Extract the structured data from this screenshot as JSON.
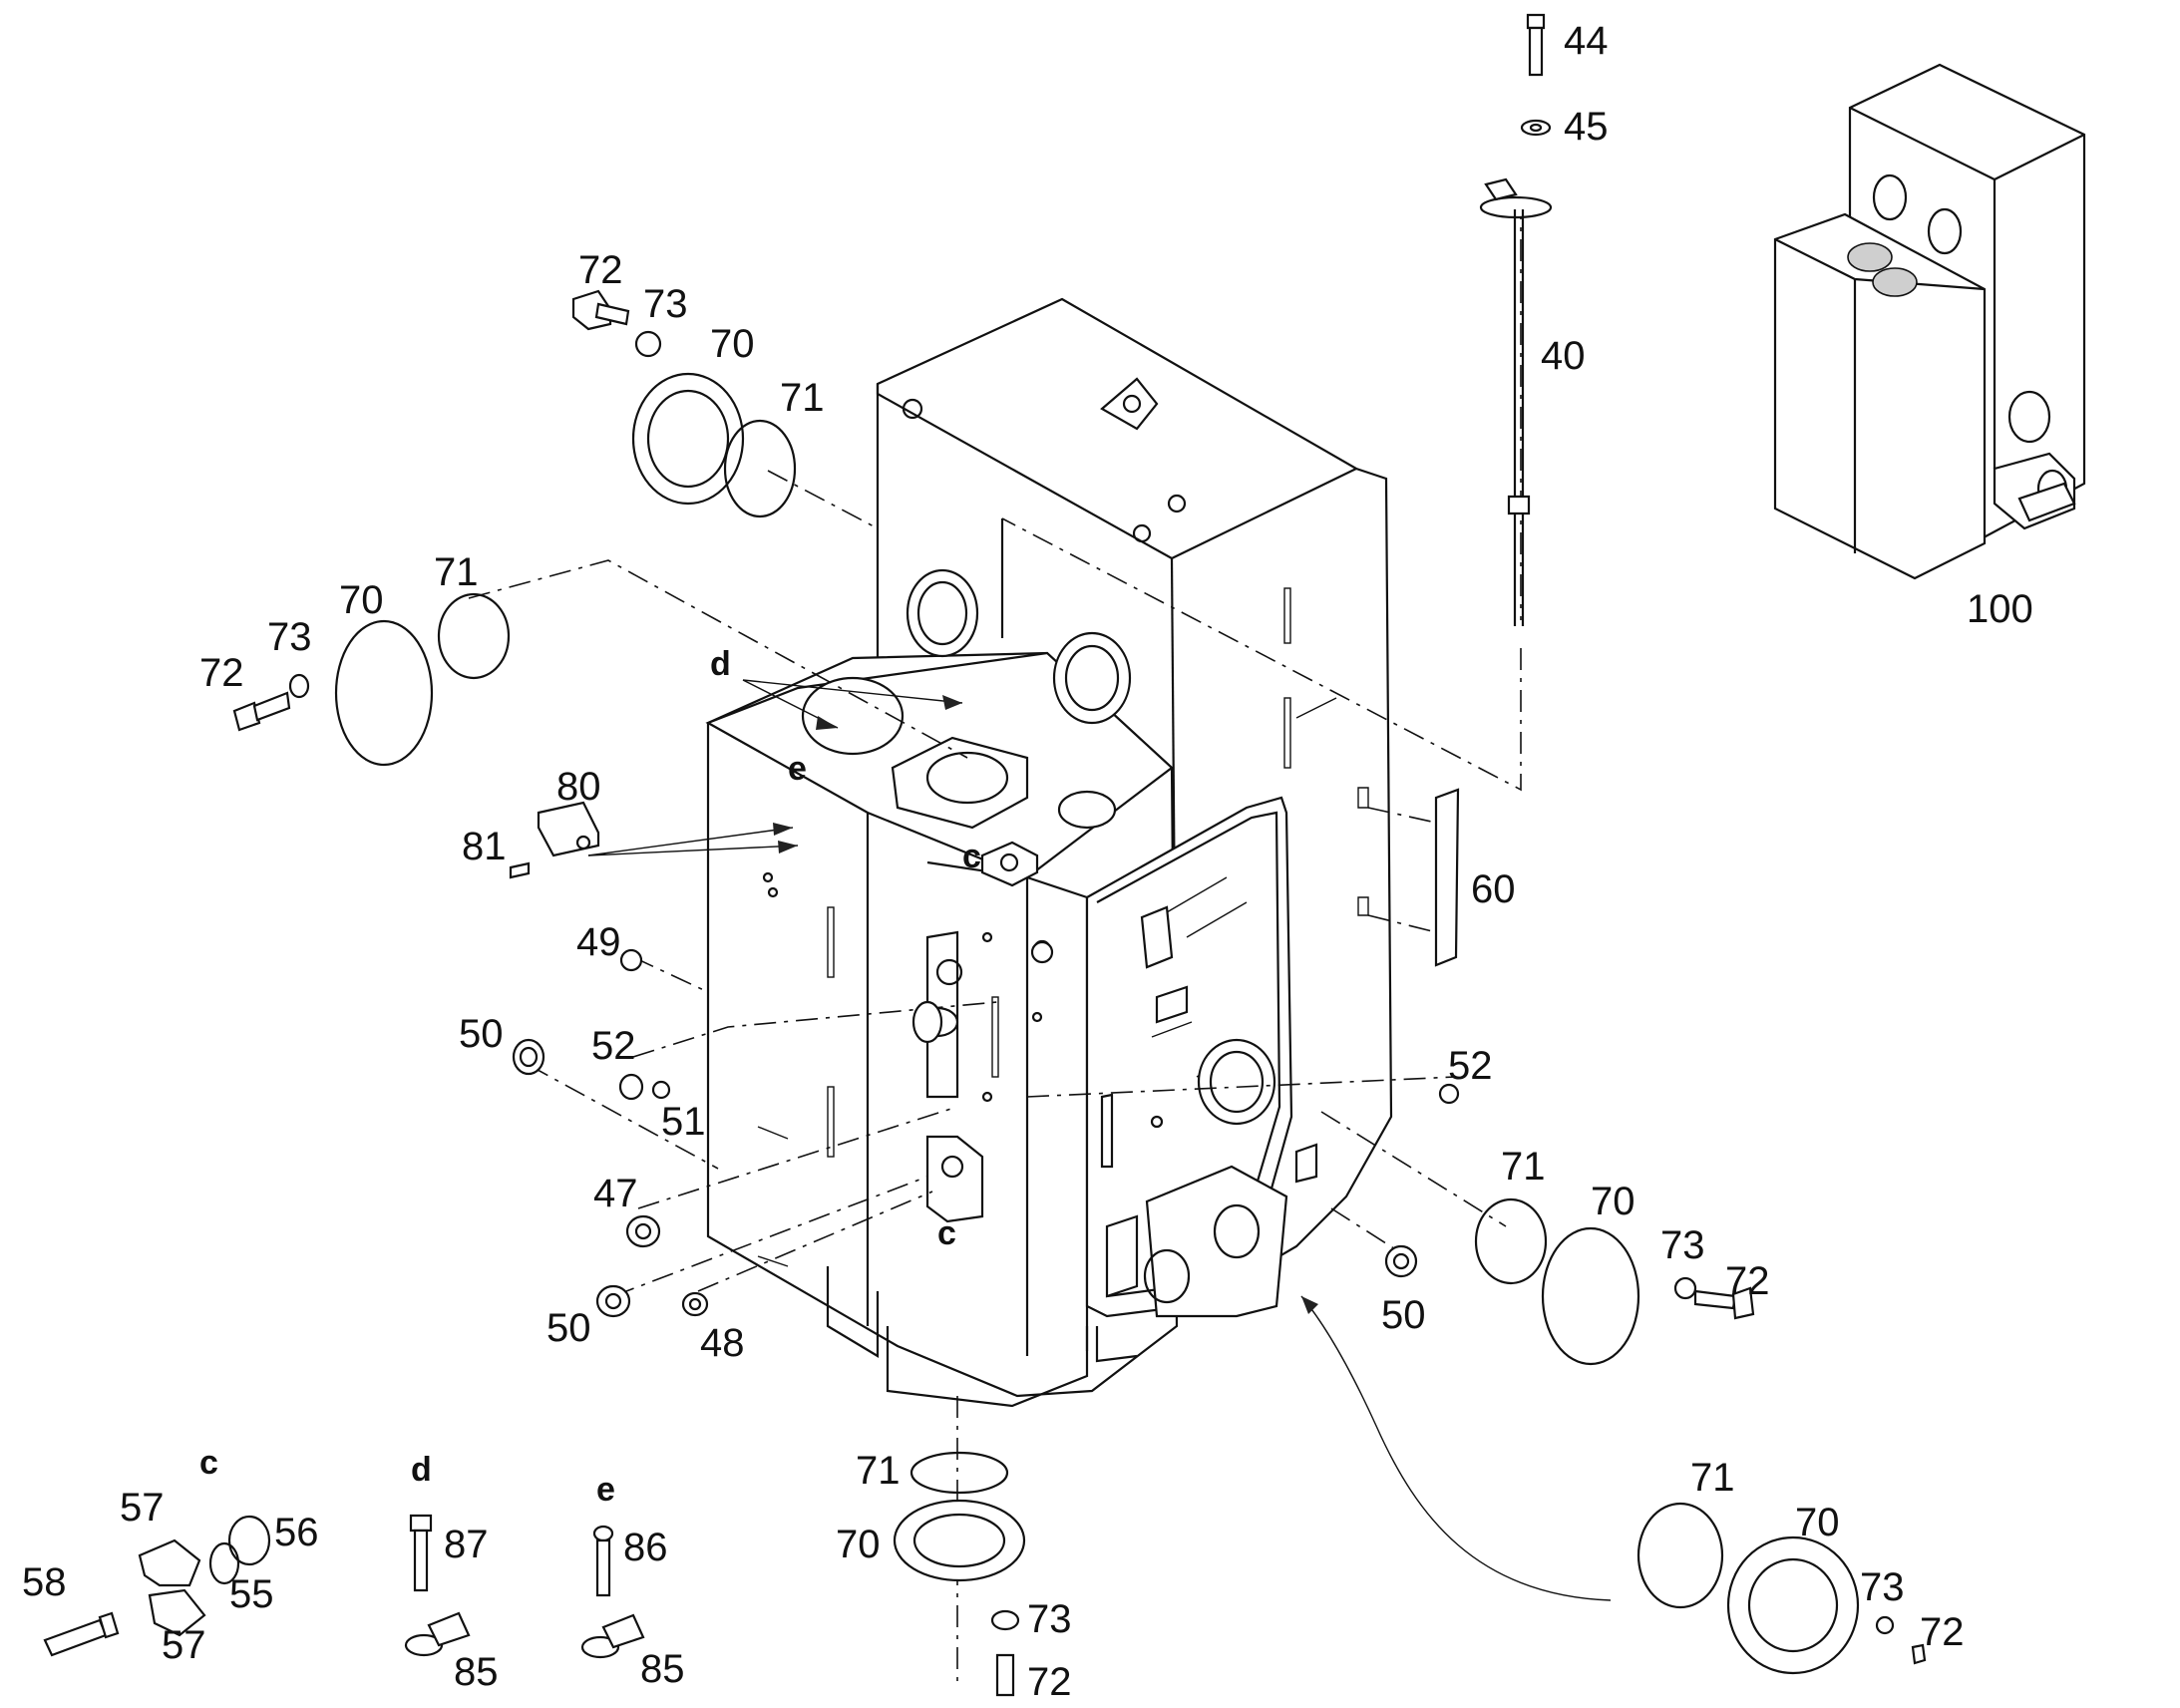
{
  "labels": {
    "p44": "44",
    "p45": "45",
    "p40": "40",
    "p100": "100",
    "p72_tl": "72",
    "p73_tl": "73",
    "p70_tl": "70",
    "p71_tl": "71",
    "p71_l": "71",
    "p70_l": "70",
    "p73_l": "73",
    "p72_l": "72",
    "p80": "80",
    "p81": "81",
    "p60": "60",
    "p49": "49",
    "p50_a": "50",
    "p52_a": "52",
    "p51": "51",
    "p47": "47",
    "p50_b": "50",
    "p48": "48",
    "p52_b": "52",
    "p50_c": "50",
    "p71_r": "71",
    "p70_r": "70",
    "p73_r": "73",
    "p72_r": "72",
    "p71_bc": "71",
    "p70_bc": "70",
    "p73_bc": "73",
    "p72_bc": "72",
    "p71_br": "71",
    "p70_br": "70",
    "p73_br": "73",
    "p72_br": "72",
    "p57_a": "57",
    "p56": "56",
    "p58": "58",
    "p55": "55",
    "p57_b": "57",
    "p87": "87",
    "p85_a": "85",
    "p86": "86",
    "p85_b": "85",
    "ref_d_top": "d",
    "ref_e_top": "e",
    "ref_c_top": "c",
    "ref_c_mid": "c",
    "detail_c": "c",
    "detail_d": "d",
    "detail_e": "e"
  },
  "colors": {
    "line": "#111111",
    "background": "#ffffff",
    "shade": "#cfcfcf"
  }
}
